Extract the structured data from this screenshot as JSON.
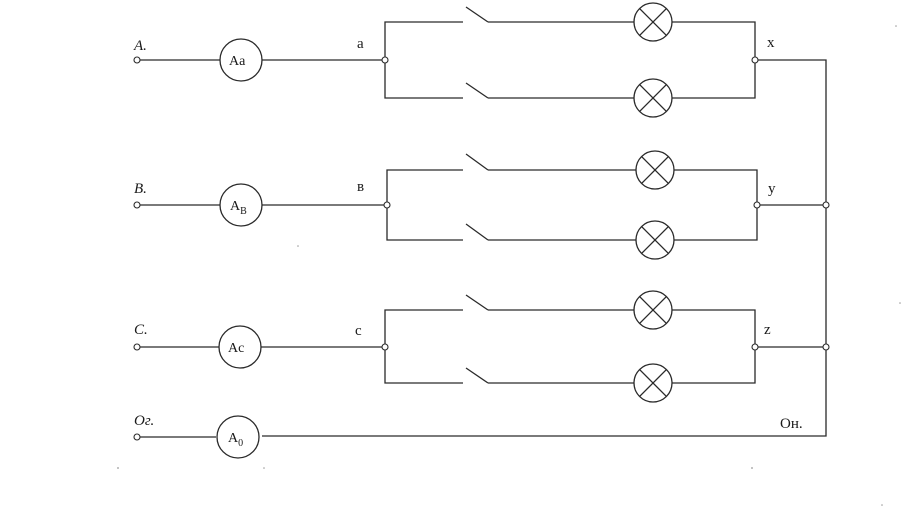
{
  "phases": [
    {
      "id": "a",
      "source_label": "A.",
      "meter_main": "A",
      "meter_sub": "a",
      "node_label": "a",
      "end_label": "x"
    },
    {
      "id": "b",
      "source_label": "B.",
      "meter_main": "A",
      "meter_sub": "B",
      "node_label": "в",
      "end_label": "y"
    },
    {
      "id": "c",
      "source_label": "C.",
      "meter_main": "A",
      "meter_sub": "c",
      "node_label": "c",
      "end_label": "z"
    }
  ],
  "neutral": {
    "source_label": "Oг.",
    "meter_main": "A",
    "meter_sub": "0",
    "end_label": "Oн."
  }
}
